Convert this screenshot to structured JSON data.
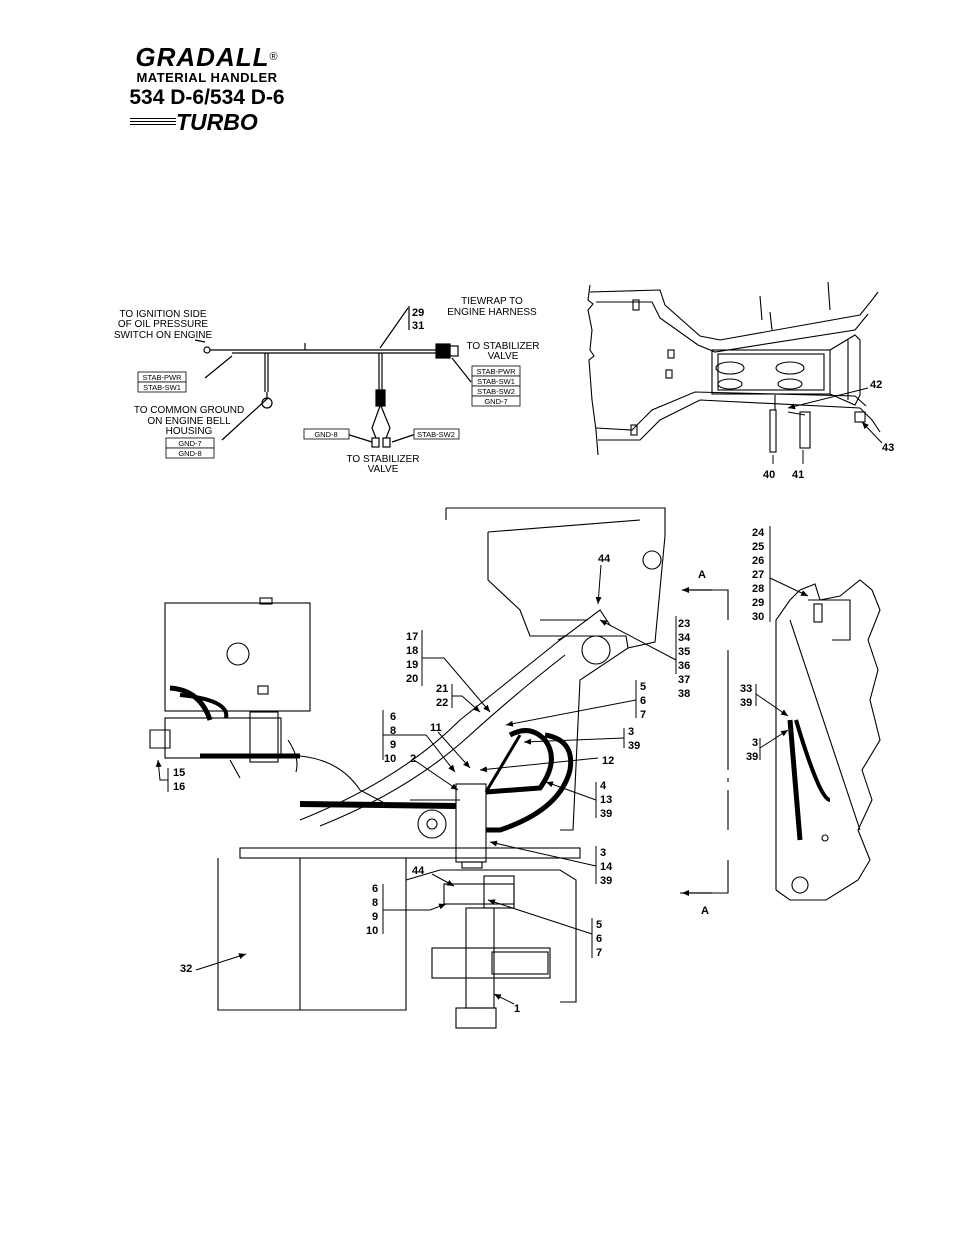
{
  "brand": {
    "name": "GRADALL",
    "registered": "®",
    "subtitle": "MATERIAL HANDLER",
    "model": "534 D-6/534 D-6",
    "turbo": "TURBO"
  },
  "harness": {
    "notes": {
      "ignition": [
        "TO IGNITION SIDE",
        "OF OIL PRESSURE",
        "SWITCH ON ENGINE"
      ],
      "tiewrap": [
        "TIEWRAP TO",
        "ENGINE HARNESS"
      ],
      "stab_valve_top": [
        "TO STABILIZER",
        "VALVE"
      ],
      "ground": [
        "TO COMMON GROUND",
        "ON ENGINE BELL",
        "HOUSING"
      ],
      "stab_valve_bottom": [
        "TO STABILIZER",
        "VALVE"
      ]
    },
    "callouts": {
      "c29": "29",
      "c31": "31"
    },
    "tags": {
      "stab_pwr": "STAB-PWR",
      "stab_sw1": "STAB-SW1",
      "stab_sw2": "STAB-SW2",
      "gnd7": "GND-7",
      "gnd8": "GND-8"
    }
  },
  "frame_view": {
    "callouts": {
      "c40": "40",
      "c41": "41",
      "c42": "42",
      "c43": "43"
    }
  },
  "main_view": {
    "section_label": "A",
    "callouts": {
      "c1": "1",
      "c2": "2",
      "c3": "3",
      "c4": "4",
      "c5": "5",
      "c6": "6",
      "c7": "7",
      "c8": "8",
      "c9": "9",
      "c10": "10",
      "c11": "11",
      "c12": "12",
      "c13": "13",
      "c14": "14",
      "c15": "15",
      "c16": "16",
      "c17": "17",
      "c18": "18",
      "c19": "19",
      "c20": "20",
      "c21": "21",
      "c22": "22",
      "c23": "23",
      "c24": "24",
      "c25": "25",
      "c26": "26",
      "c27": "27",
      "c28": "28",
      "c29": "29",
      "c30": "30",
      "c32": "32",
      "c33": "33",
      "c34": "34",
      "c35": "35",
      "c36": "36",
      "c37": "37",
      "c38": "38",
      "c39": "39",
      "c44": "44"
    }
  }
}
